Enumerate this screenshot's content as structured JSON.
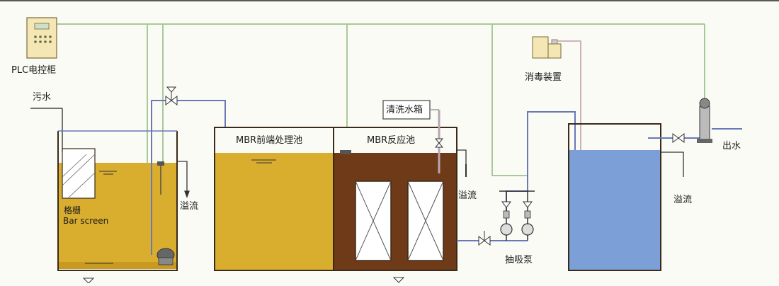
{
  "labels": {
    "plc": "PLC电控柜",
    "sewage": "污水",
    "bar_screen_cn": "格栅",
    "bar_screen_en": "Bar screen",
    "overflow_1": "溢流",
    "mbr_pre": "MBR前端处理池",
    "mbr_reactor": "MBR反应池",
    "wash_tank": "清洗水箱",
    "overflow_2": "溢流",
    "disinfection": "消毒装置",
    "suction_pump": "抽吸泵",
    "overflow_3": "溢流",
    "outlet": "出水"
  },
  "colors": {
    "sludge_yellow": "#d9ad2e",
    "reactor_brown": "#6e3a17",
    "clean_water_blue": "#7c9fd8",
    "control_line_green": "#a9c999",
    "pipe_blue": "#6a78b8",
    "tank_outline": "#3a2a1a"
  }
}
